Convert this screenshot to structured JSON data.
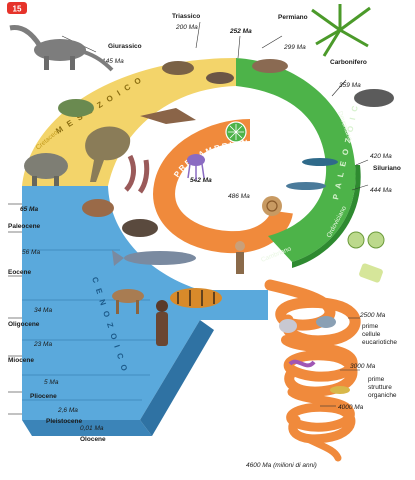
{
  "badge": "15",
  "eras": {
    "precambriano": "PRECAMBRIANO",
    "paleozoico": "P A L E O Z O I C O",
    "mesozoico": "M E S O Z O I C O",
    "cenozoico": "C E N O Z O I C O"
  },
  "periods": {
    "giurassico": "Giurassico",
    "triassico": "Triassico",
    "permiano": "Permiano",
    "carbonifero": "Carbonifero",
    "devoniano": "Devoniano",
    "siluriano": "Siluriano",
    "ordoviciano": "Ordoviciano",
    "cambriano": "Cambriano",
    "cretaceo": "Cretaceo",
    "paleocene": "Paleocene",
    "eocene": "Eocene",
    "oligocene": "Oligocene",
    "miocene": "Miocene",
    "pliocene": "Pliocene",
    "pleistocene": "Pleistocene",
    "olocene": "Olocene"
  },
  "ages": {
    "ma145": "145 Ma",
    "ma200": "200 Ma",
    "ma252": "252 Ma",
    "ma299": "299 Ma",
    "ma359": "359 Ma",
    "ma420": "420 Ma",
    "ma444": "444 Ma",
    "ma486": "486 Ma",
    "ma542": "542 Ma",
    "ma65": "65 Ma",
    "ma56": "56 Ma",
    "ma34": "34 Ma",
    "ma23": "23 Ma",
    "ma5": "5 Ma",
    "ma26": "2,6 Ma",
    "ma001": "0,01 Ma",
    "ma2500": "2500 Ma",
    "ma3000": "3000 Ma",
    "ma4000": "4000 Ma",
    "ma4600": "4600 Ma (milioni di anni)"
  },
  "notes": {
    "eukaryote_1": "prime",
    "eukaryote_2": "cellule",
    "eukaryote_3": "eucariotiche",
    "organic_1": "prime",
    "organic_2": "strutture",
    "organic_3": "organiche"
  },
  "colors": {
    "cenozoic": "#5aa9dc",
    "mesozoic": "#f3d46a",
    "paleozoic": "#4db349",
    "precambrian": "#f08a3c",
    "badge": "#e6332a"
  },
  "icons": [
    "sauropod-icon",
    "fern-icon",
    "trilobite-icon",
    "reptile-icon",
    "fish-icon",
    "turtle-icon",
    "pterosaur-icon",
    "tyrannosaur-icon",
    "triceratops-icon",
    "whale-icon",
    "horse-icon",
    "tiger-icon",
    "human-icon",
    "jellyfish-icon",
    "bacteria-icon",
    "nautilus-icon",
    "cell-icon"
  ]
}
